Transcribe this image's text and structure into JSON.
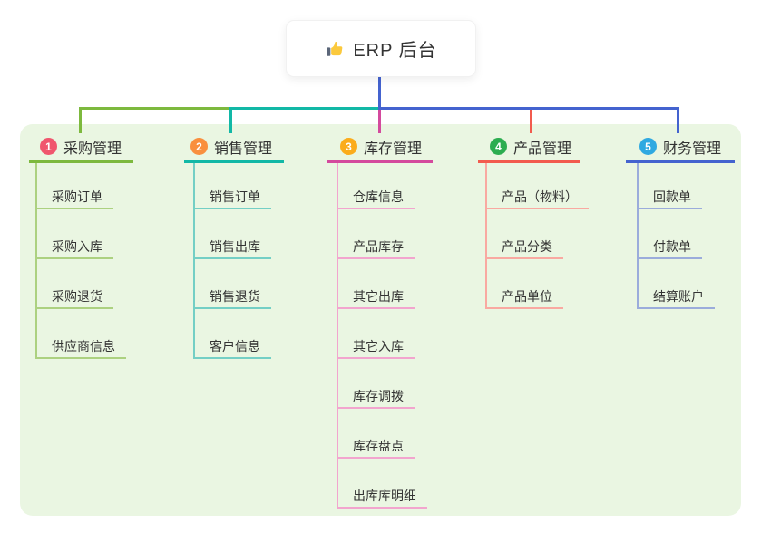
{
  "root": {
    "label": "ERP 后台",
    "icon": "thumbs-up"
  },
  "colors": {
    "canvas_bg": "#ffffff",
    "panel_bg": "#EAF6E2",
    "text": "#333333",
    "root_line": "#4463CF"
  },
  "branches": [
    {
      "number": "1",
      "title": "采购管理",
      "badge_color": "#F0566E",
      "line_color": "#7DB93E",
      "child_line_color": "#ACD180",
      "children": [
        "采购订单",
        "采购入库",
        "采购退货",
        "供应商信息"
      ]
    },
    {
      "number": "2",
      "title": "销售管理",
      "badge_color": "#F98F3E",
      "line_color": "#12B8A6",
      "child_line_color": "#74CFC5",
      "children": [
        "销售订单",
        "销售出库",
        "销售退货",
        "客户信息"
      ]
    },
    {
      "number": "3",
      "title": "库存管理",
      "badge_color": "#FBAC1C",
      "line_color": "#D44A9D",
      "child_line_color": "#F2A5CE",
      "children": [
        "仓库信息",
        "产品库存",
        "其它出库",
        "其它入库",
        "库存调拨",
        "库存盘点",
        "出库库明细"
      ]
    },
    {
      "number": "4",
      "title": "产品管理",
      "badge_color": "#2CAD50",
      "line_color": "#F25B4E",
      "child_line_color": "#F9A9A1",
      "children": [
        "产品（物料）",
        "产品分类",
        "产品单位"
      ]
    },
    {
      "number": "5",
      "title": "财务管理",
      "badge_color": "#2FA9E1",
      "line_color": "#4463CF",
      "child_line_color": "#9BACDB",
      "children": [
        "回款单",
        "付款单",
        "结算账户"
      ]
    }
  ]
}
